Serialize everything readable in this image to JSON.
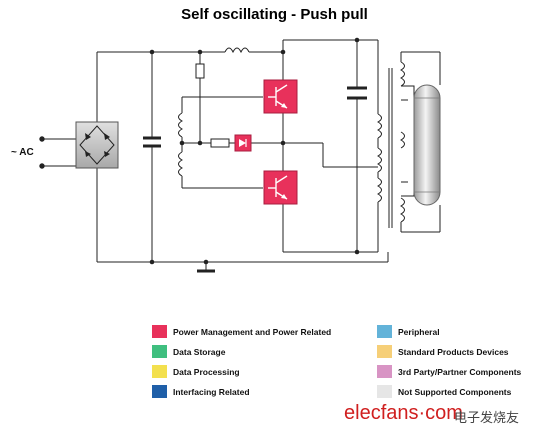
{
  "title": "Self oscillating - Push pull",
  "input_label": "~ AC",
  "legend": [
    {
      "label": "Power Management and Power Related",
      "color": "#e8315b"
    },
    {
      "label": "Data Storage",
      "color": "#3fbf7f"
    },
    {
      "label": "Data Processing",
      "color": "#f3e04e"
    },
    {
      "label": "Interfacing Related",
      "color": "#1f5fa8"
    },
    {
      "label": "Peripheral",
      "color": "#63b3d9"
    },
    {
      "label": "Standard Products Devices",
      "color": "#f6cf78"
    },
    {
      "label": "3rd Party/Partner Components",
      "color": "#d894c4"
    },
    {
      "label": "Not Supported Components",
      "color": "#e6e6e6"
    }
  ],
  "watermark": "elecfans·com",
  "watermark_cn": "电子发烧友"
}
